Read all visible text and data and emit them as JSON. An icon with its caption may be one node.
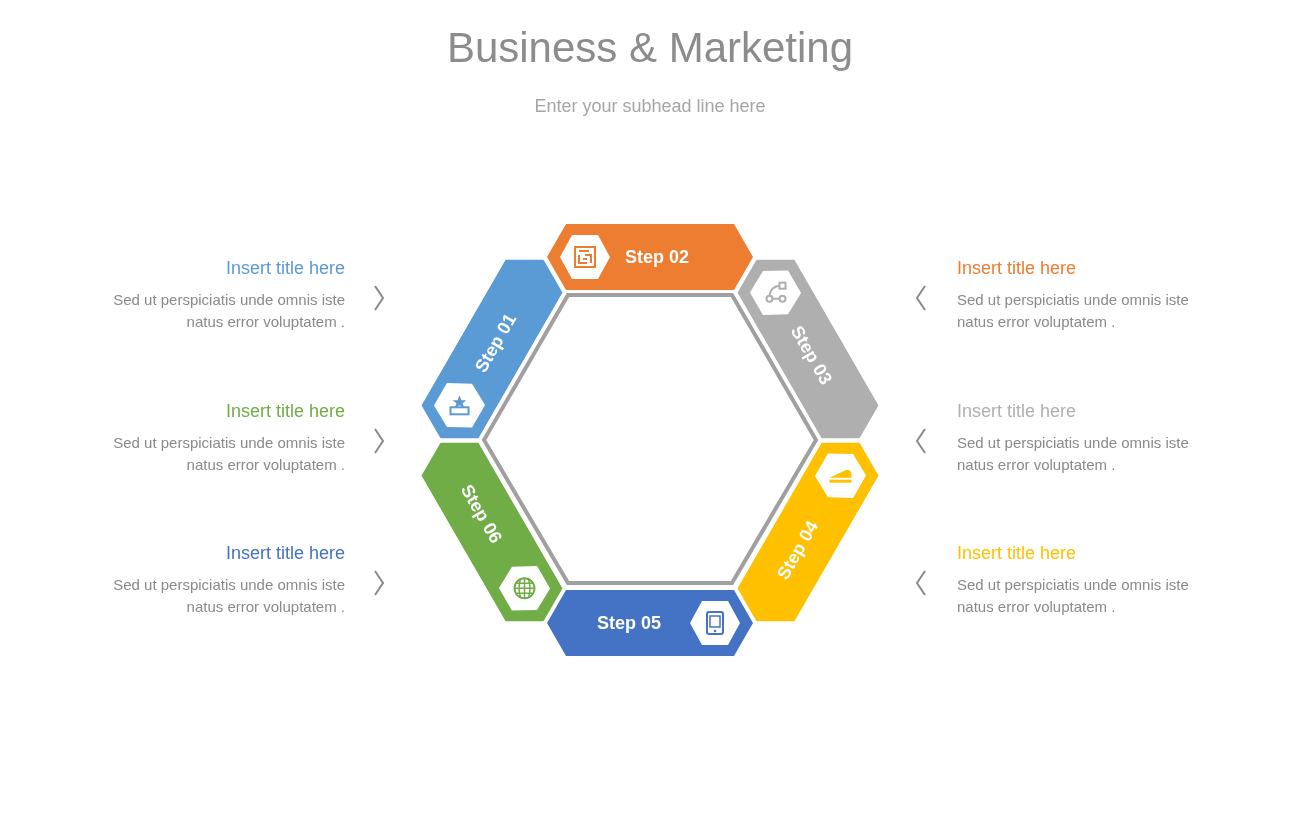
{
  "diagram": {
    "title": "Business & Marketing",
    "nodes": [
      {
        "text": [
          "Insert title here",
          "Sed ut perspiciatis unde omnis iste natus error voluptatem ."
        ]
      },
      {
        "text": [
          "Insert title here",
          "Sed ut perspiciatis unde omnis iste natus error voluptatem ."
        ]
      },
      {
        "text": [
          "Insert title here",
          "Sed ut perspiciatis unde omnis iste natus error voluptatem ."
        ]
      },
      {
        "text": [
          "Insert title here",
          "Sed ut perspiciatis unde omnis iste natus error voluptatem ."
        ]
      },
      {
        "text": [
          "Insert title here",
          "Sed ut perspiciatis unde omnis iste natus error voluptatem ."
        ]
      },
      {
        "text": [
          "Insert title here",
          "Sed ut perspiciatis unde omnis iste natus error voluptatem ."
        ]
      },
      {
        "text": [
          "Step 01"
        ]
      },
      {
        "text": [
          "Step 02"
        ]
      },
      {
        "text": [
          "Step 03"
        ]
      },
      {
        "text": [
          "Step 04"
        ]
      },
      {
        "text": [
          "Step 05"
        ]
      },
      {
        "text": [
          "Step 06"
        ]
      }
    ],
    "labels": [
      "Enter your subhead line here"
    ]
  }
}
